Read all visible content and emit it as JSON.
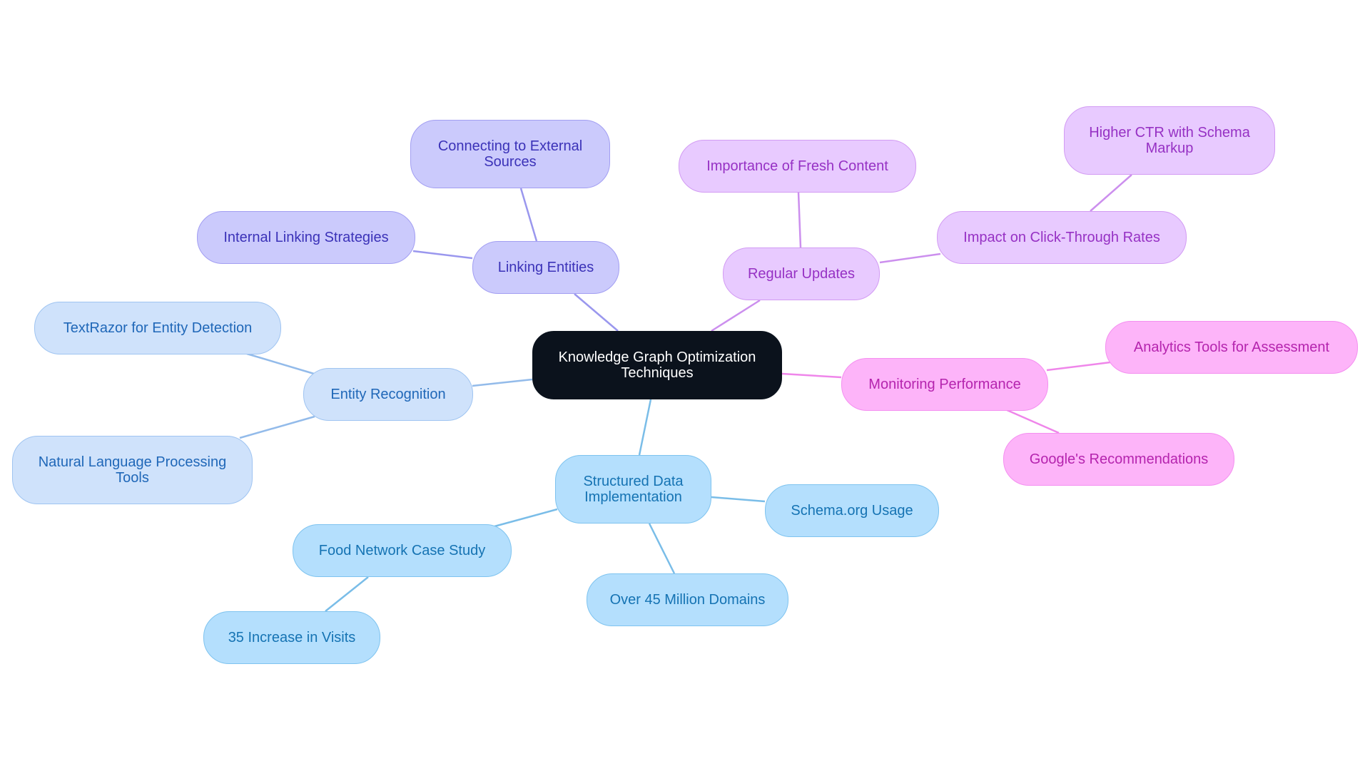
{
  "root": {
    "label": "Knowledge Graph Optimization Techniques"
  },
  "branches": {
    "linking": {
      "label": "Linking Entities",
      "children": [
        "Connecting to External Sources",
        "Internal Linking Strategies"
      ]
    },
    "updates": {
      "label": "Regular Updates",
      "children": [
        "Importance of Fresh Content",
        "Impact on Click-Through Rates"
      ],
      "grandchild": "Higher CTR with Schema Markup"
    },
    "monitoring": {
      "label": "Monitoring Performance",
      "children": [
        "Analytics Tools for Assessment",
        "Google's Recommendations"
      ]
    },
    "entity": {
      "label": "Entity Recognition",
      "children": [
        "TextRazor for Entity Detection",
        "Natural Language Processing Tools"
      ]
    },
    "structured": {
      "label": "Structured Data Implementation",
      "children": [
        "Schema.org Usage",
        "Over 45 Million Domains",
        "Food Network Case Study"
      ],
      "grandchild": "35 Increase in Visits"
    }
  },
  "colors": {
    "root_fill": "#0b121c",
    "linking": "#cbcafc",
    "updates": "#e8caff",
    "monitoring": "#fdb4f9",
    "entity": "#cfe2fb",
    "structured": "#b4dffd"
  }
}
